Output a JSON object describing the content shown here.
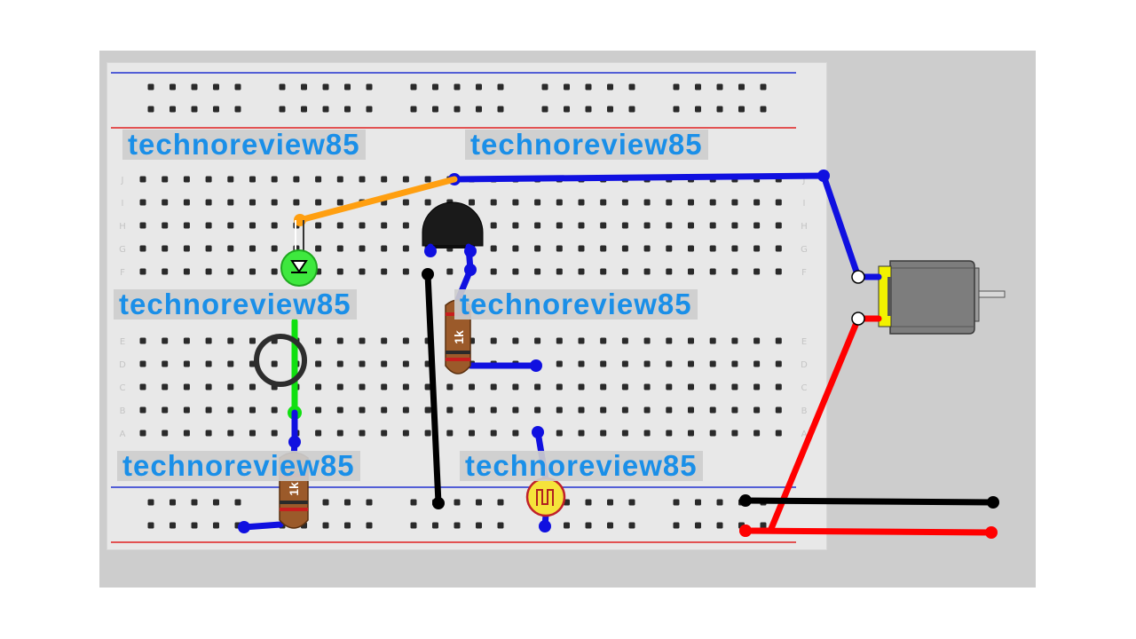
{
  "watermarks": [
    "technoreview85",
    "technoreview85",
    "technoreview85",
    "technoreview85",
    "technoreview85",
    "technoreview85"
  ],
  "row_letters": [
    "J",
    "I",
    "H",
    "G",
    "F",
    "E",
    "D",
    "C",
    "B",
    "A"
  ],
  "resistor_labels": [
    "1k",
    "1k"
  ],
  "colors": {
    "background": "#cdcdcd",
    "breadboard": "#e8e8e8",
    "rail_red": "#e02020",
    "rail_blue": "#2030d0",
    "wire_blue": "#1010e0",
    "wire_red": "#ff0000",
    "wire_black": "#000000",
    "wire_orange": "#ff9f10",
    "wire_green": "#10e010",
    "watermark": "#1a8fe8"
  },
  "components": {
    "led": "green-led",
    "transistor": "npn-transistor",
    "resistors": 2,
    "ldr": "photoresistor",
    "motor": "dc-motor",
    "ring": "ring-connector"
  }
}
